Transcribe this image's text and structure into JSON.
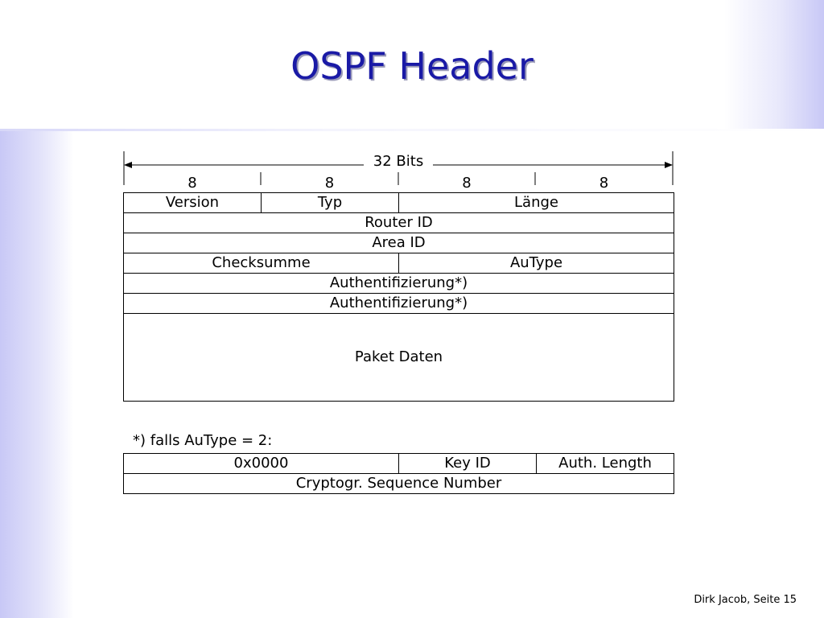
{
  "title": "OSPF Header",
  "width_label": "32 Bits",
  "bit_widths": [
    "8",
    "8",
    "8",
    "8"
  ],
  "header_rows": [
    [
      "Version",
      "Typ",
      "Länge"
    ],
    [
      "Router ID"
    ],
    [
      "Area ID"
    ],
    [
      "Checksumme",
      "AuType"
    ],
    [
      "Authentifizierung*)"
    ],
    [
      "Authentifizierung*)"
    ],
    [
      "Paket Daten"
    ]
  ],
  "footnote": "*) falls AuType = 2:",
  "auth_rows": [
    [
      "0x0000",
      "Key ID",
      "Auth. Length"
    ],
    [
      "Cryptogr. Sequence Number"
    ]
  ],
  "footer": "Dirk Jacob, Seite 15"
}
